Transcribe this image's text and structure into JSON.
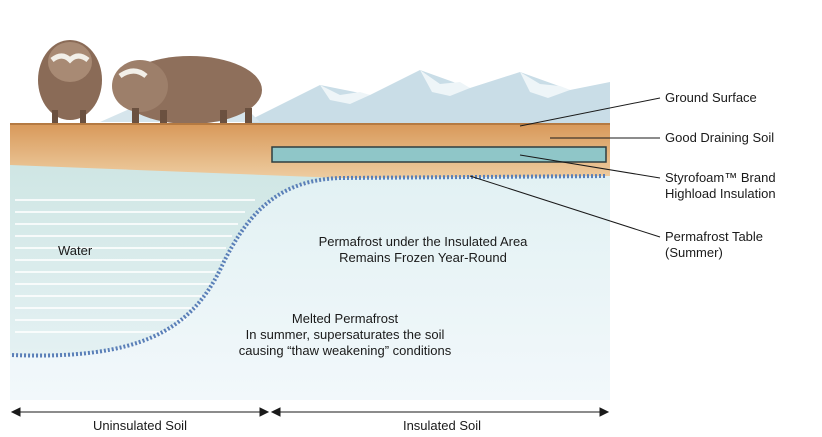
{
  "labels": {
    "ground_surface": "Ground Surface",
    "good_draining_soil": "Good Draining Soil",
    "insulation_line1": "Styrofoam™ Brand",
    "insulation_line2": "Highload Insulation",
    "permafrost_table_line1": "Permafrost Table",
    "permafrost_table_line2": "(Summer)",
    "water": "Water",
    "frozen_line1": "Permafrost under the Insulated Area",
    "frozen_line2": "Remains Frozen Year-Round",
    "melted_line1": "Melted Permafrost",
    "melted_line2": "In summer, supersaturates the soil",
    "melted_line3": "causing “thaw weakening” conditions",
    "uninsulated_soil": "Uninsulated Soil",
    "insulated_soil": "Insulated Soil"
  },
  "colors": {
    "soil": "#d9a066",
    "soil_light": "#ecc79a",
    "insulation": "#8fc6c8",
    "water": "#cfe8ea",
    "permafrost": "#e6f3f4",
    "frost_line": "#5a7fb8",
    "mountains": "#c8dce6",
    "musk_ox": "#8a6a55"
  },
  "icons": [
    "musk-ox-left",
    "musk-ox-right",
    "mountains"
  ]
}
